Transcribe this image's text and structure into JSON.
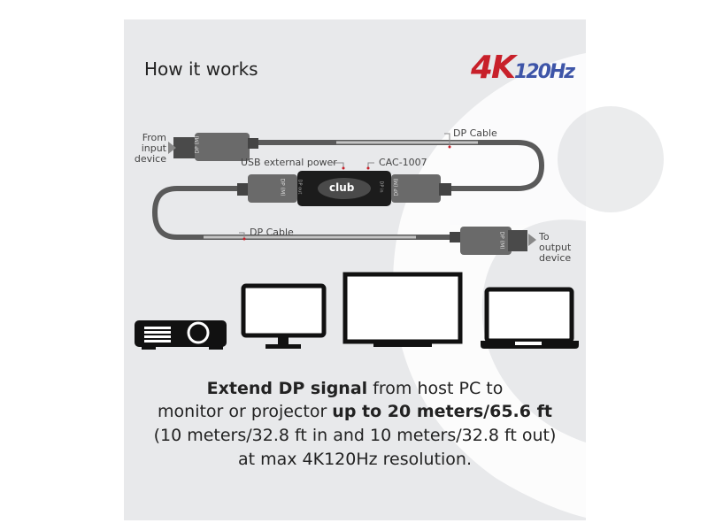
{
  "title": "How it works",
  "logo": {
    "part1": "4K",
    "part2": "120Hz",
    "colors": {
      "4K": "#c8202a",
      "120Hz": "#3e55a8"
    }
  },
  "diagram": {
    "input_label": [
      "From",
      "input",
      "device"
    ],
    "output_label": [
      "To",
      "output",
      "device"
    ],
    "connector_label": "DP (M)",
    "top_cable_label": "DP Cable",
    "bottom_cable_label": "DP Cable",
    "usb_label": "USB external power",
    "model_label": "CAC-1007",
    "box_brand": "club",
    "box_port_left": "DP out",
    "box_port_right": "DP in"
  },
  "devices": [
    "projector-icon",
    "monitor-icon",
    "tv-icon",
    "laptop-icon"
  ],
  "description": {
    "line1_bold": "Extend DP signal",
    "line1_rest": " from host PC to",
    "line2_start": "monitor or projector ",
    "line2_bold": "up to 20 meters/65.6 ft",
    "line3": "(10 meters/32.8 ft in and 10 meters/32.8 ft out)",
    "line4": "at max 4K120Hz resolution."
  }
}
